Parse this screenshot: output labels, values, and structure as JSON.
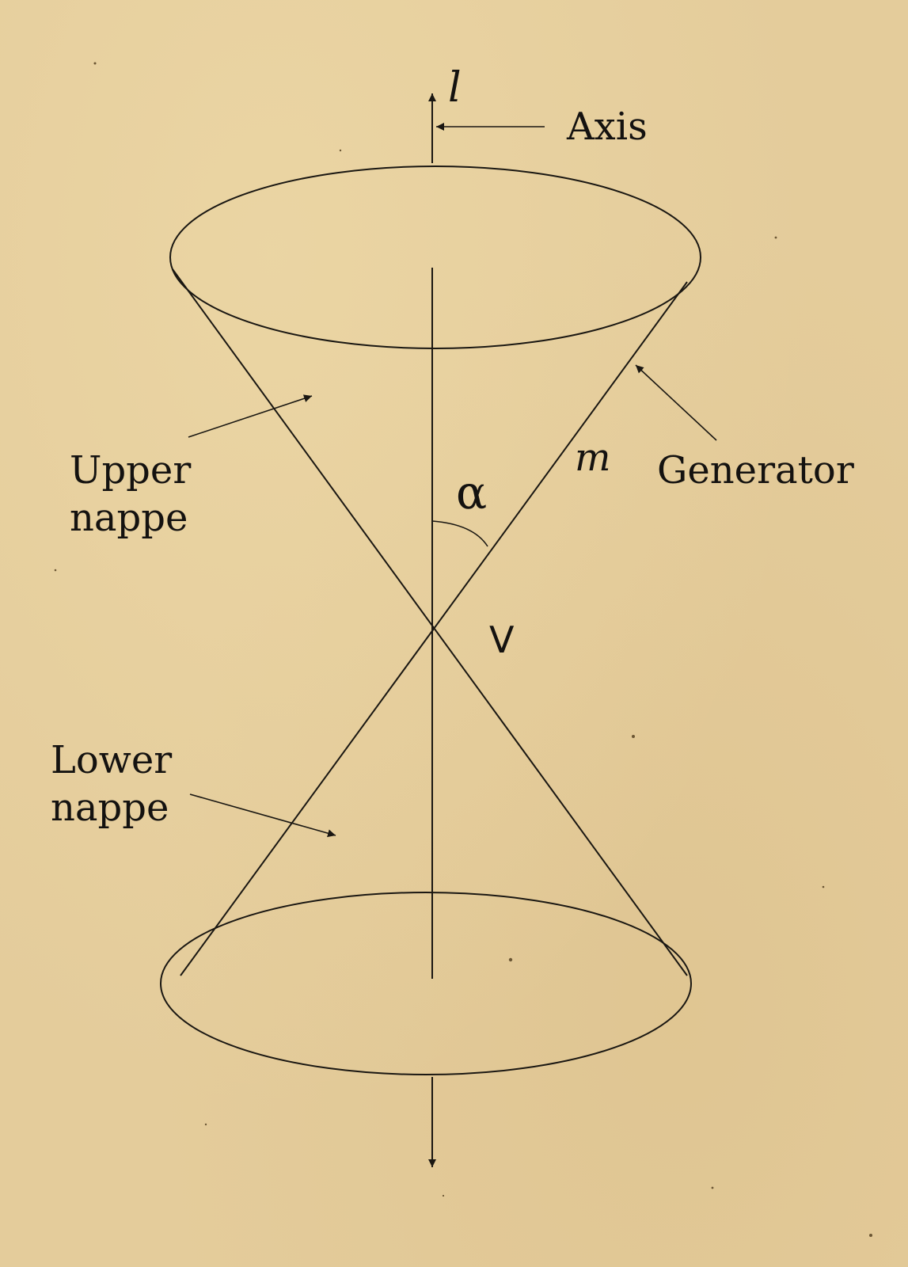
{
  "labels": {
    "axis_symbol": "l",
    "axis": "Axis",
    "generator_symbol": "m",
    "generator": "Generator",
    "angle": "α",
    "vertex": "V",
    "upper_nappe_line1": "Upper",
    "upper_nappe_line2": "nappe",
    "lower_nappe_line1": "Lower",
    "lower_nappe_line2": "nappe"
  },
  "colors": {
    "paper": "#e4cc9b",
    "ink": "#1a1712"
  }
}
